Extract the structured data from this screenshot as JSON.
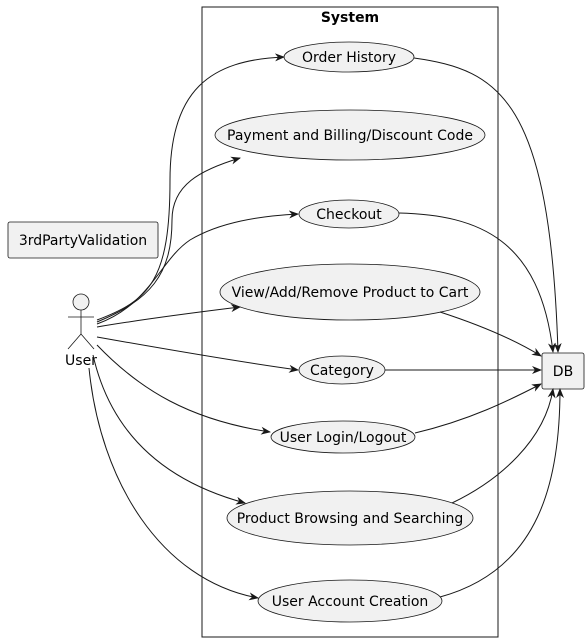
{
  "system": {
    "title": "System"
  },
  "actors": {
    "user": {
      "label": "User"
    }
  },
  "nodes": {
    "third_party": {
      "label": "3rdPartyValidation"
    },
    "db": {
      "label": "DB"
    }
  },
  "use_cases": [
    {
      "id": "order_history",
      "label": "Order History"
    },
    {
      "id": "payment",
      "label": "Payment and Billing/Discount Code"
    },
    {
      "id": "checkout",
      "label": "Checkout"
    },
    {
      "id": "cart",
      "label": "View/Add/Remove Product to Cart"
    },
    {
      "id": "category",
      "label": "Category"
    },
    {
      "id": "login",
      "label": "User Login/Logout"
    },
    {
      "id": "browsing",
      "label": "Product Browsing and Searching"
    },
    {
      "id": "account",
      "label": "User Account Creation"
    }
  ],
  "colors": {
    "element_fill": "#f1f1f1",
    "stroke": "#181818",
    "background": "#ffffff"
  }
}
